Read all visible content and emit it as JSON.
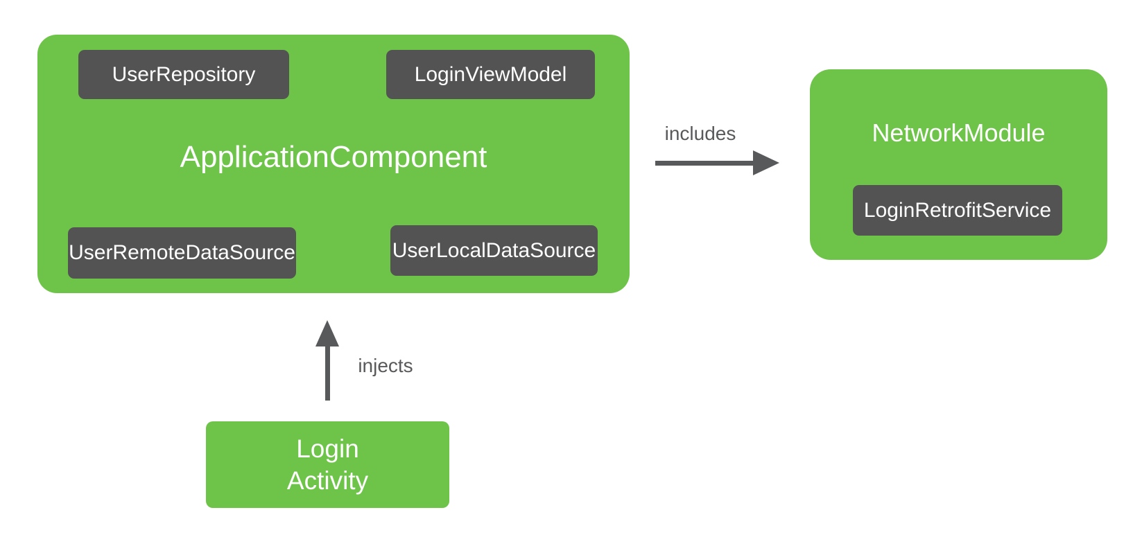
{
  "colors": {
    "green": "#6ec449",
    "dark": "#535353",
    "arrow": "#58595b",
    "label-text": "#58595b",
    "node-text": "#ffffff",
    "background": "#ffffff"
  },
  "nodes": {
    "application_component": "ApplicationComponent",
    "user_repository": "UserRepository",
    "login_view_model": "LoginViewModel",
    "user_remote_data_source": "UserRemoteDataSource",
    "user_local_data_source": "UserLocalDataSource",
    "network_module": "NetworkModule",
    "login_retrofit_service": "LoginRetrofitService",
    "login_activity_line1": "Login",
    "login_activity_line2": "Activity"
  },
  "edges": {
    "includes": "includes",
    "injects": "injects"
  }
}
